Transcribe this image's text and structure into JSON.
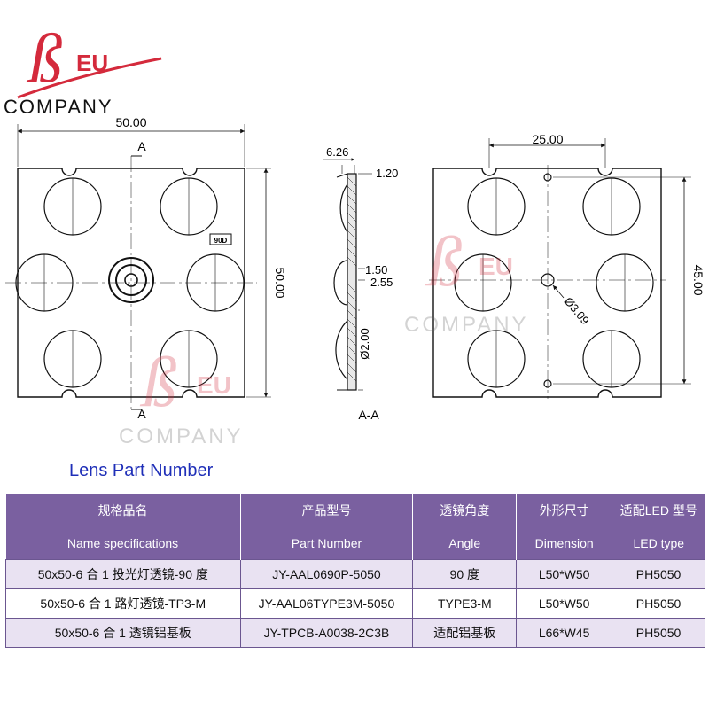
{
  "logo": {
    "mark_letter": "ß",
    "eu_text": "EU",
    "company_text": "COMPANY"
  },
  "front_view": {
    "width_dim": "50.00",
    "height_dim": "50.00",
    "section_label_top": "A",
    "section_label_bottom": "A",
    "angle_tag": "90D"
  },
  "section_view": {
    "thickness_dim": "6.26",
    "flange_dim": "1.20",
    "dim_a": "1.50",
    "dim_b": "2.55",
    "dia_dim": "Ø2.00",
    "section_name": "A-A"
  },
  "back_view": {
    "pitch_dim": "25.00",
    "height_dim": "45.00",
    "hole_dia": "Ø3.09"
  },
  "table": {
    "title": "Lens Part Number",
    "headers": [
      {
        "cn": "规格品名",
        "en": "Name specifications"
      },
      {
        "cn": "产品型号",
        "en": "Part Number"
      },
      {
        "cn": "透镜角度",
        "en": "Angle"
      },
      {
        "cn": "外形尺寸",
        "en": "Dimension"
      },
      {
        "cn": "适配LED 型号",
        "en": "LED type"
      }
    ],
    "rows": [
      [
        "50x50-6 合 1 投光灯透镜-90 度",
        "JY-AAL0690P-5050",
        "90 度",
        "L50*W50",
        "PH5050"
      ],
      [
        "50x50-6 合 1 路灯透镜-TP3-M",
        "JY-AAL06TYPE3M-5050",
        "TYPE3-M",
        "L50*W50",
        "PH5050"
      ],
      [
        "50x50-6 合 1 透镜铝基板",
        "JY-TPCB-A0038-2C3B",
        "适配铝基板",
        "L66*W45",
        "PH5050"
      ]
    ]
  },
  "colors": {
    "header_bg": "#7a60a0",
    "row_shade": "#e9e2f2",
    "title_blue": "#1f2fb8",
    "logo_red": "#d42a3c"
  }
}
